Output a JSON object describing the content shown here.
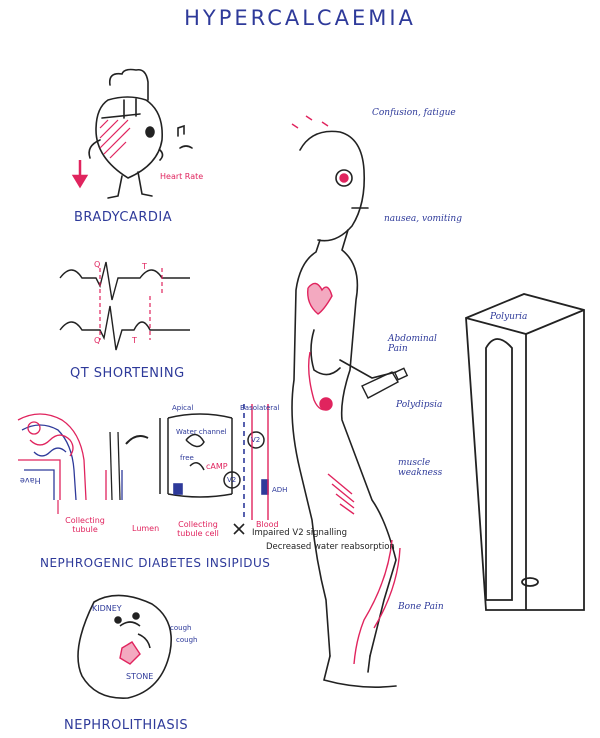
{
  "title": "HYPERCALCAEMIA",
  "colors": {
    "ink": "#2e3a9a",
    "accent": "#e0245e",
    "outline": "#222222"
  },
  "sections": {
    "bradycardia": {
      "heading": "BRADYCARDIA",
      "heart_rate_label": "Heart Rate"
    },
    "qt": {
      "heading": "QT SHORTENING",
      "q_top": "Q",
      "t_top": "T",
      "q_bottom": "Q",
      "t_bottom": "T"
    },
    "ndi": {
      "heading": "NEPHROGENIC DIABETES INSIPIDUS",
      "apical": "Apical",
      "basolateral": "Basolateral",
      "water_channel": "Water channel",
      "free": "free",
      "camp": "cAMP",
      "v2_top": "V2",
      "v2_side": "V2",
      "adh": "ADH",
      "lumen": "Lumen",
      "collecting_cell": "Collecting tubule cell",
      "blood": "Blood",
      "collecting_tubule": "Collecting tubule",
      "have": "Have",
      "impaired": "Impaired V2 signalling",
      "decreased": "Decreased water reabsorption"
    },
    "nephrolithiasis": {
      "heading": "NEPHROLITHIASIS",
      "kidney": "KIDNEY",
      "stone": "STONE",
      "cough1": "cough",
      "cough2": "cough"
    }
  },
  "symptoms": {
    "confusion": "Confusion, fatigue",
    "nausea": "nausea, vomiting",
    "abdominal": "Abdominal Pain",
    "polydipsia": "Polydipsia",
    "muscle": "muscle weakness",
    "bone": "Bone Pain",
    "polyuria": "Polyuria"
  }
}
